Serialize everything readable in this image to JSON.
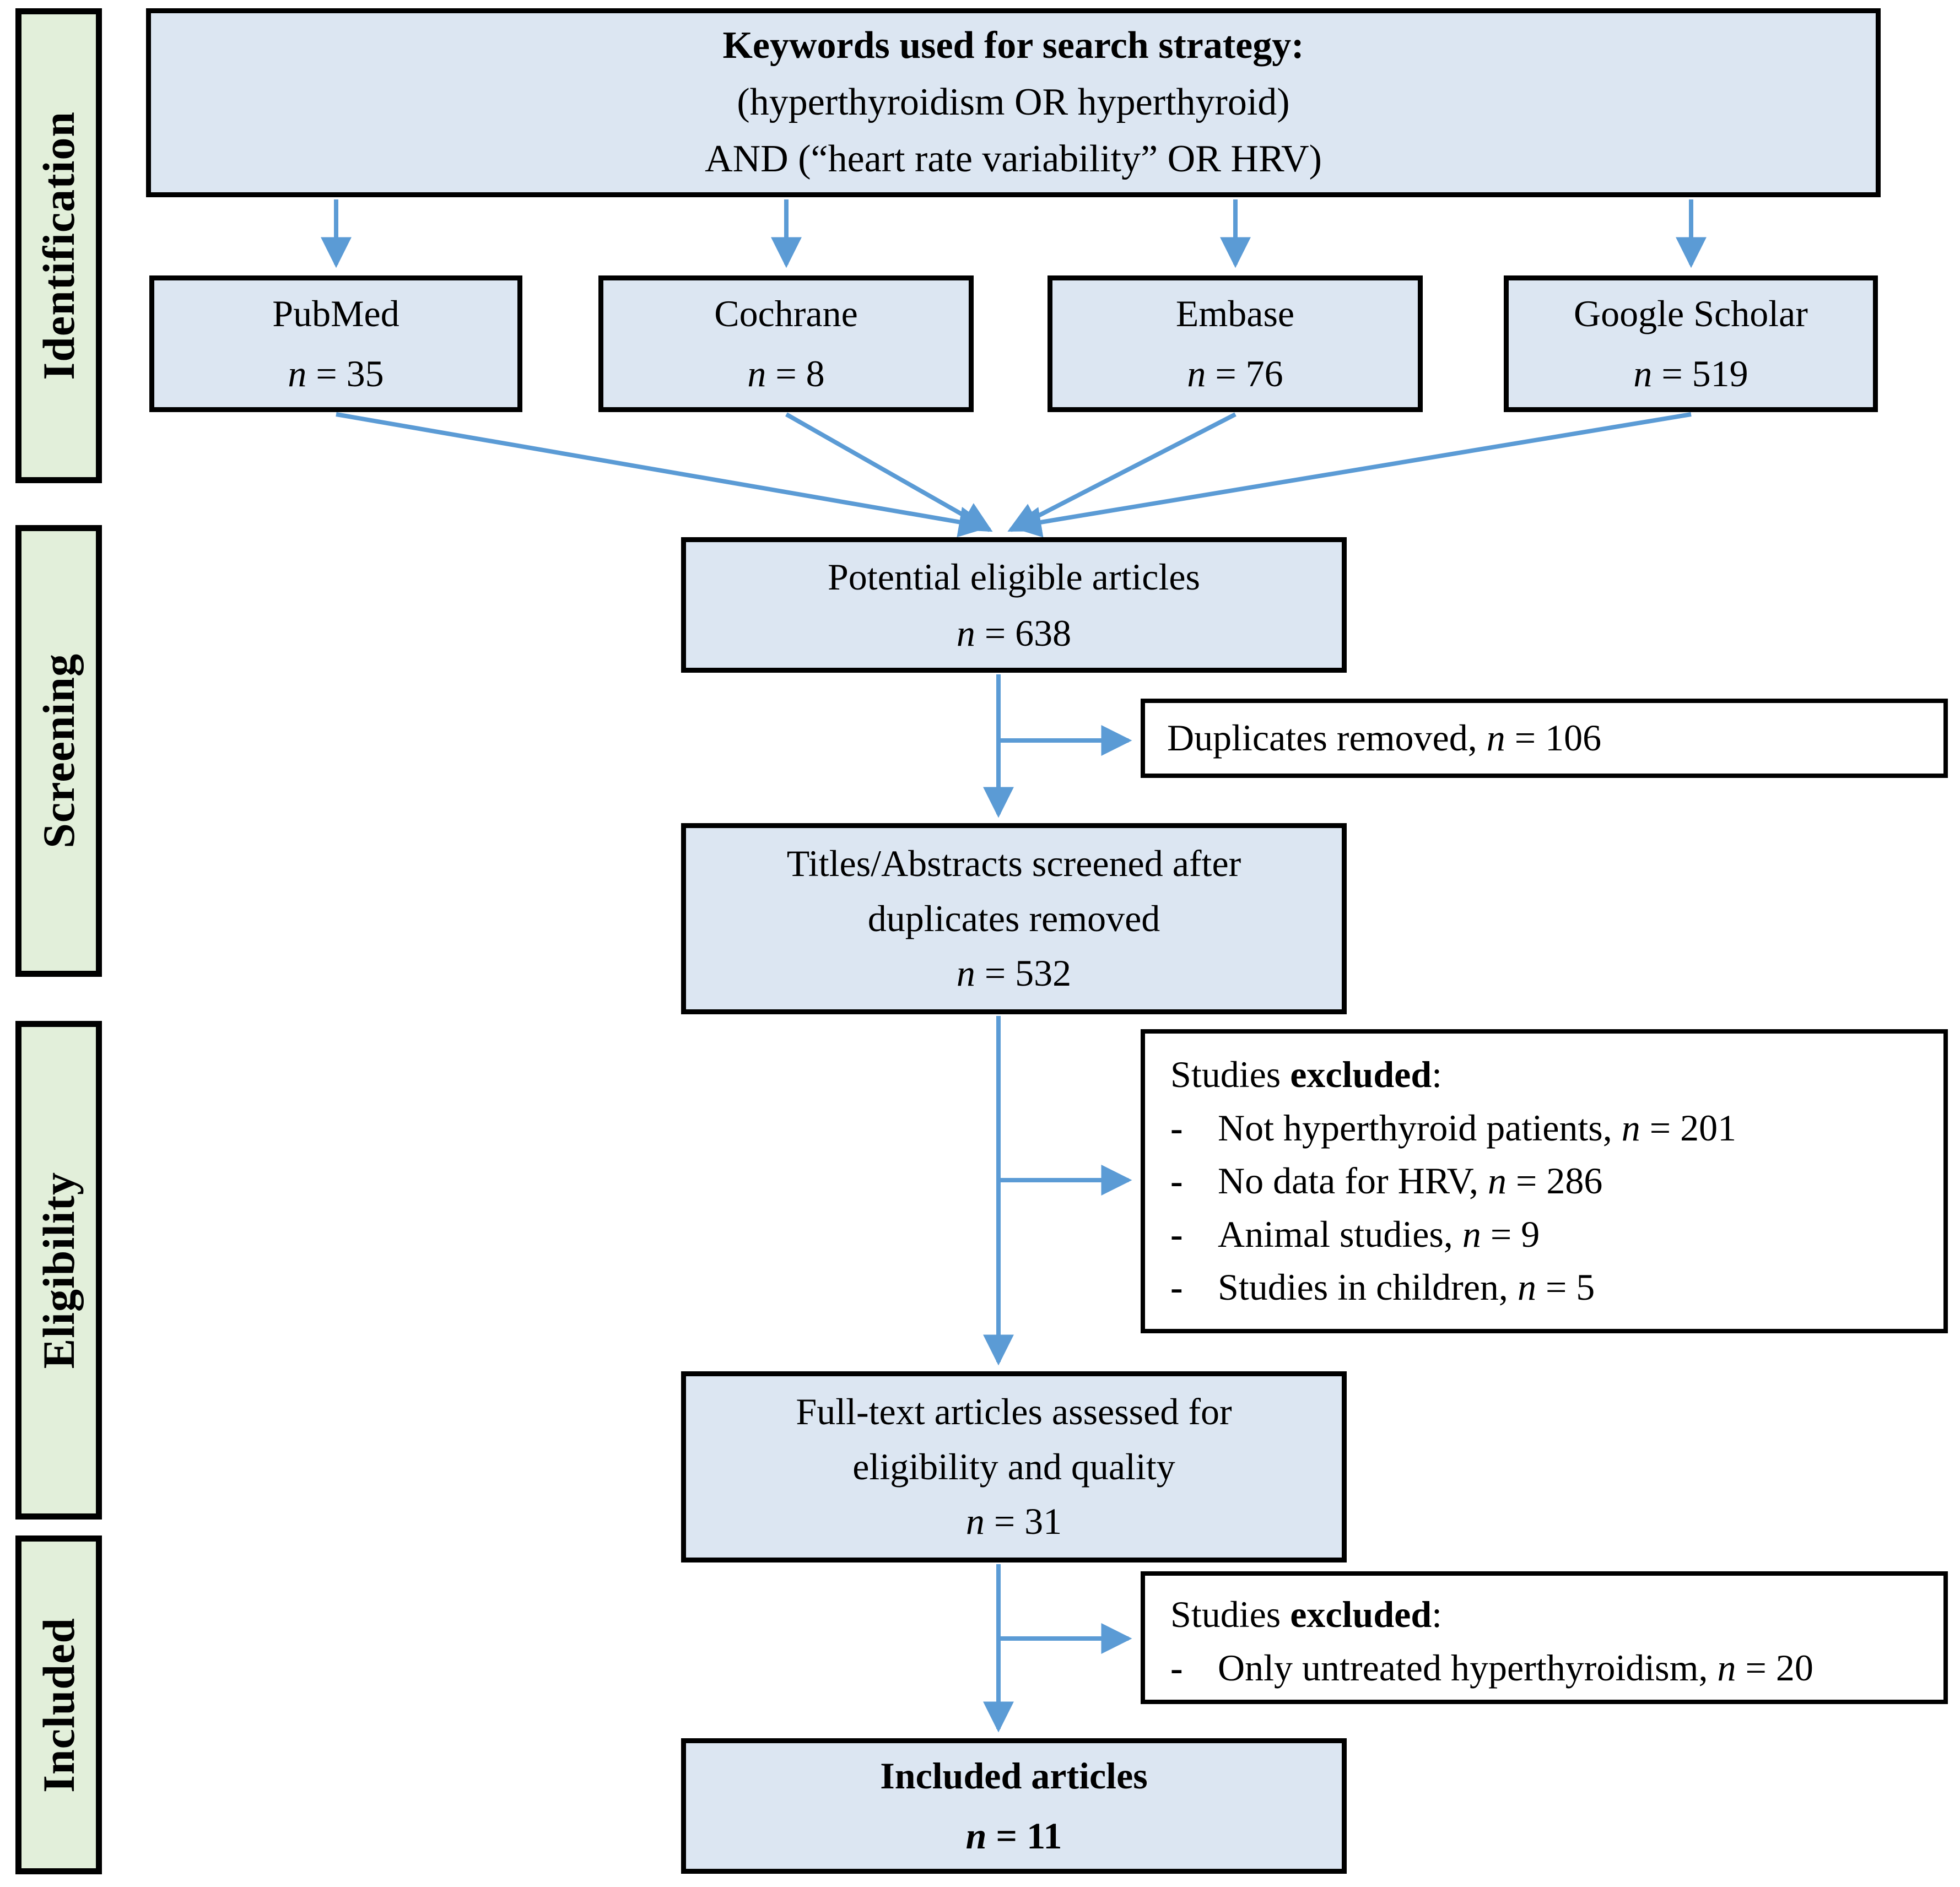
{
  "shared": {
    "n": "n",
    "eq": " = ",
    "bullet": "-"
  },
  "colors": {
    "box_blue": "#dce6f2",
    "sidebar_green": "#e2efda",
    "arrow_blue": "#5b9bd5",
    "border_black": "#000000"
  },
  "sidebar": {
    "stages": [
      {
        "label": "Identification"
      },
      {
        "label": "Screening"
      },
      {
        "label": "Eligibility"
      },
      {
        "label": "Included"
      }
    ]
  },
  "keywords": {
    "title": "Keywords used for search strategy:",
    "line2": "(hyperthyroidism OR hyperthyroid)",
    "line3": "AND (“heart rate variability” OR HRV)"
  },
  "databases": [
    {
      "label": "PubMed",
      "n": "35"
    },
    {
      "label": "Cochrane",
      "n": "8"
    },
    {
      "label": "Embase",
      "n": "76"
    },
    {
      "label": "Google Scholar",
      "n": "519"
    }
  ],
  "potential": {
    "label": "Potential eligible articles",
    "n": "638"
  },
  "duplicates": {
    "text": "Duplicates removed, ",
    "n": "106"
  },
  "titles": {
    "line1": "Titles/Abstracts screened after",
    "line2": "duplicates removed",
    "n": "532"
  },
  "excluded1": {
    "prefix": "Studies ",
    "bold": "excluded",
    "suffix": ":",
    "items": [
      {
        "text": "Not hyperthyroid patients, ",
        "n": "201"
      },
      {
        "text": "No data for HRV, ",
        "n": "286"
      },
      {
        "text": "Animal studies, ",
        "n": "9"
      },
      {
        "text": "Studies in children, ",
        "n": "5"
      }
    ]
  },
  "fulltext": {
    "line1": "Full-text articles assessed for",
    "line2": "eligibility and quality",
    "n": "31"
  },
  "excluded2": {
    "prefix": "Studies ",
    "bold": "excluded",
    "suffix": ":",
    "items": [
      {
        "text": "Only untreated hyperthyroidism, ",
        "n": "20"
      }
    ]
  },
  "included": {
    "label": "Included articles",
    "n": "11"
  }
}
